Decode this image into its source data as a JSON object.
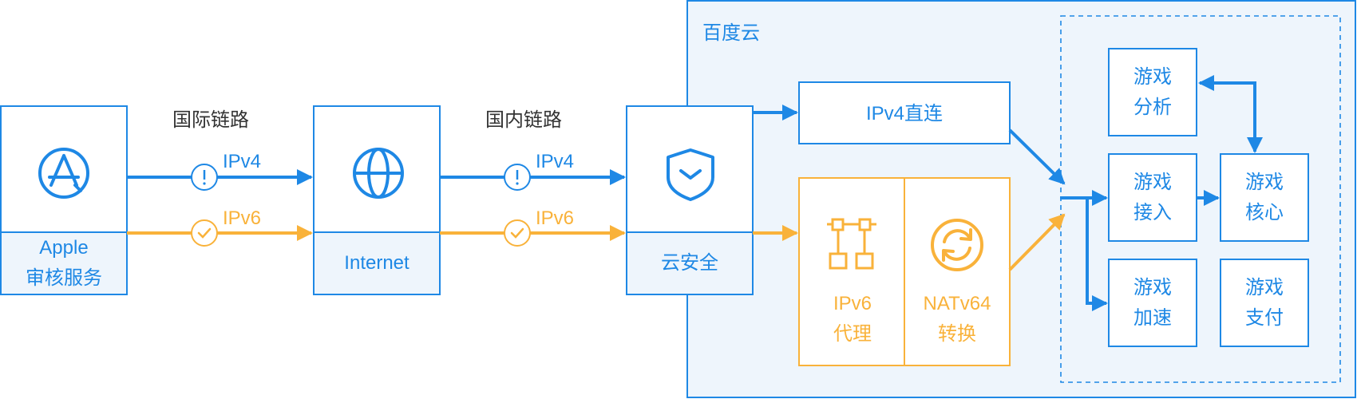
{
  "colors": {
    "blue": "#1e88e5",
    "orange": "#f9b23a",
    "panel_fill": "#eef5fc",
    "text_dark": "#333333",
    "white": "#ffffff"
  },
  "nodes": {
    "apple": {
      "line1": "Apple",
      "line2": "审核服务",
      "icon": "app-store-icon"
    },
    "internet": {
      "label": "Internet",
      "icon": "globe-icon"
    },
    "cloud_security": {
      "label": "云安全",
      "icon": "shield-icon"
    }
  },
  "links": {
    "international": {
      "title": "国际链路",
      "ipv4": {
        "label": "IPv4",
        "status_icon": "warning-icon"
      },
      "ipv6": {
        "label": "IPv6",
        "status_icon": "check-icon"
      }
    },
    "domestic": {
      "title": "国内链路",
      "ipv4": {
        "label": "IPv4",
        "status_icon": "warning-icon"
      },
      "ipv6": {
        "label": "IPv6",
        "status_icon": "check-icon"
      }
    }
  },
  "cloud": {
    "title": "百度云",
    "ipv4_direct": "IPv4直连",
    "ipv6_proxy": {
      "line1": "IPv6",
      "line2": "代理",
      "icon": "network-topology-icon"
    },
    "natv64": {
      "line1": "NATv64",
      "line2": "转换",
      "icon": "refresh-icon"
    }
  },
  "game_services": {
    "analysis": {
      "line1": "游戏",
      "line2": "分析"
    },
    "access": {
      "line1": "游戏",
      "line2": "接入"
    },
    "core": {
      "line1": "游戏",
      "line2": "核心"
    },
    "acceleration": {
      "line1": "游戏",
      "line2": "加速"
    },
    "payment": {
      "line1": "游戏",
      "line2": "支付"
    }
  }
}
